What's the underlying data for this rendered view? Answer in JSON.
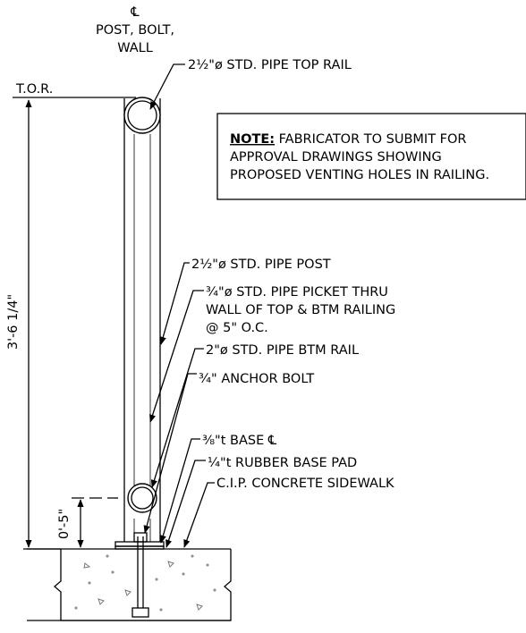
{
  "centerline": {
    "symbol": "℄",
    "line1": "POST, BOLT,",
    "line2": "WALL"
  },
  "callouts": {
    "top_rail": "2½\"ø STD. PIPE TOP RAIL",
    "post": "2½\"ø STD. PIPE POST",
    "picket_line1": "¾\"ø STD. PIPE PICKET THRU",
    "picket_line2": "WALL OF TOP & BTM RAILING",
    "picket_line3": "@ 5\" O.C.",
    "btm_rail": "2\"ø STD. PIPE BTM RAIL",
    "anchor_bolt": "¾\" ANCHOR BOLT",
    "base_plate": "⅜\"t BASE ℄",
    "rubber_pad": "¼\"t RUBBER BASE PAD",
    "sidewalk": "C.I.P. CONCRETE SIDEWALK"
  },
  "note": {
    "heading": "NOTE:",
    "line1": " FABRICATOR TO SUBMIT FOR",
    "line2": "APPROVAL DRAWINGS SHOWING",
    "line3": "PROPOSED VENTING HOLES IN RAILING."
  },
  "dimensions": {
    "tor_label": "T.O.R.",
    "height_total": "3'-6 1/4\"",
    "height_btm": "0'-5\""
  }
}
